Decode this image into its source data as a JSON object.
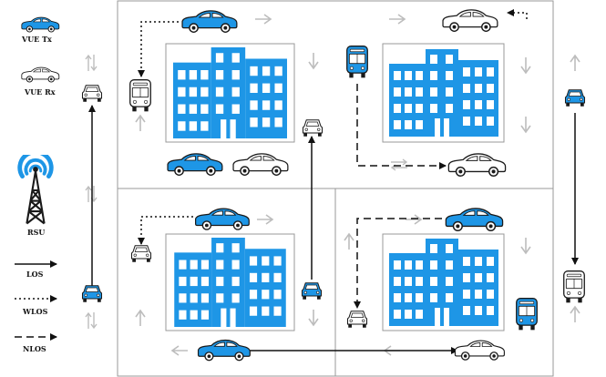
{
  "legend": {
    "tx_label": "VUE Tx",
    "rx_label": "VUE Rx",
    "rsu_label": "RSU",
    "los_label": "LOS",
    "wlos_label": "WLOS",
    "nlos_label": "NLOS"
  },
  "colors": {
    "tx_vehicle": "#1e96e6",
    "rx_vehicle": "#ffffff",
    "building": "#1e96e6",
    "road_outline": "#999999",
    "lane_arrow": "#bdbdbd",
    "link": "#111111"
  },
  "icons": [
    "car-icon",
    "bus-icon",
    "building-icon",
    "antenna-tower-icon",
    "lane-arrow-icon"
  ]
}
